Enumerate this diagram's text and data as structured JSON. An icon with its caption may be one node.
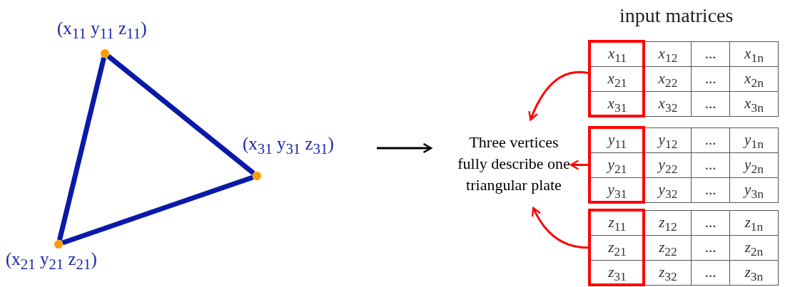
{
  "diagram": {
    "nodes": [
      {
        "text": [],
        "shape": "circle",
        "beside": [
          "(x$_{11}$ y$_{11}$ z$_{11}$)"
        ]
      },
      {
        "text": [],
        "shape": "circle",
        "beside": [
          "(x$_{21}$ y$_{21}$ z$_{21}$)"
        ]
      },
      {
        "text": [],
        "shape": "circle",
        "beside": [
          "(x$_{31}$ y$_{31}$ z$_{31}$)"
        ]
      },
      {
        "text": [
          "Three vertices fully describe one triangular plate"
        ]
      },
      {
        "text": [],
        "shape": "box"
      },
      {
        "text": [],
        "shape": "box"
      },
      {
        "text": [],
        "shape": "box"
      }
    ],
    "edges": [
      {
        "from": 0,
        "to": 1,
        "arrow": "none",
        "style": "thick",
        "color": "#0a1aa8"
      },
      {
        "from": 0,
        "to": 2,
        "arrow": "none",
        "style": "thick",
        "color": "#0a1aa8"
      },
      {
        "from": 1,
        "to": 2,
        "arrow": "none",
        "style": "thick",
        "color": "#0a1aa8"
      },
      {
        "from": null,
        "to": 3,
        "arrow": "to",
        "color": "#000000"
      },
      {
        "from": 4,
        "to": 3,
        "arrow": "to",
        "color": "#ff0000"
      },
      {
        "from": 5,
        "to": 3,
        "arrow": "to",
        "color": "#ff0000"
      },
      {
        "from": 6,
        "to": 3,
        "arrow": "to",
        "color": "#ff0000"
      }
    ],
    "labels": [
      "input matrices",
      "*x*$_{11}$",
      "*x*$_{12}$",
      "...",
      "*x*$_{1n}$",
      "*x*$_{21}$",
      "*x*$_{22}$",
      "...",
      "*x*$_{2n}$",
      "*x*$_{31}$",
      "*x*$_{32}$",
      "...",
      "*x*$_{3n}$",
      "*y*$_{11}$",
      "*y*$_{12}$",
      "...",
      "*y*$_{1n}$",
      "*y*$_{21}$",
      "*y*$_{22}$",
      "...",
      "*y*$_{2n}$",
      "*y*$_{31}$",
      "*y*$_{32}$",
      "...",
      "*y*$_{3n}$",
      "*z*$_{11}$",
      "*z*$_{12}$",
      "...",
      "*z*$_{1n}$",
      "*z*$_{21}$",
      "*z*$_{22}$",
      "...",
      "*z*$_{2n}$",
      "*z*$_{31}$",
      "*z*$_{32}$",
      "...",
      "*z*$_{3n}$"
    ]
  }
}
